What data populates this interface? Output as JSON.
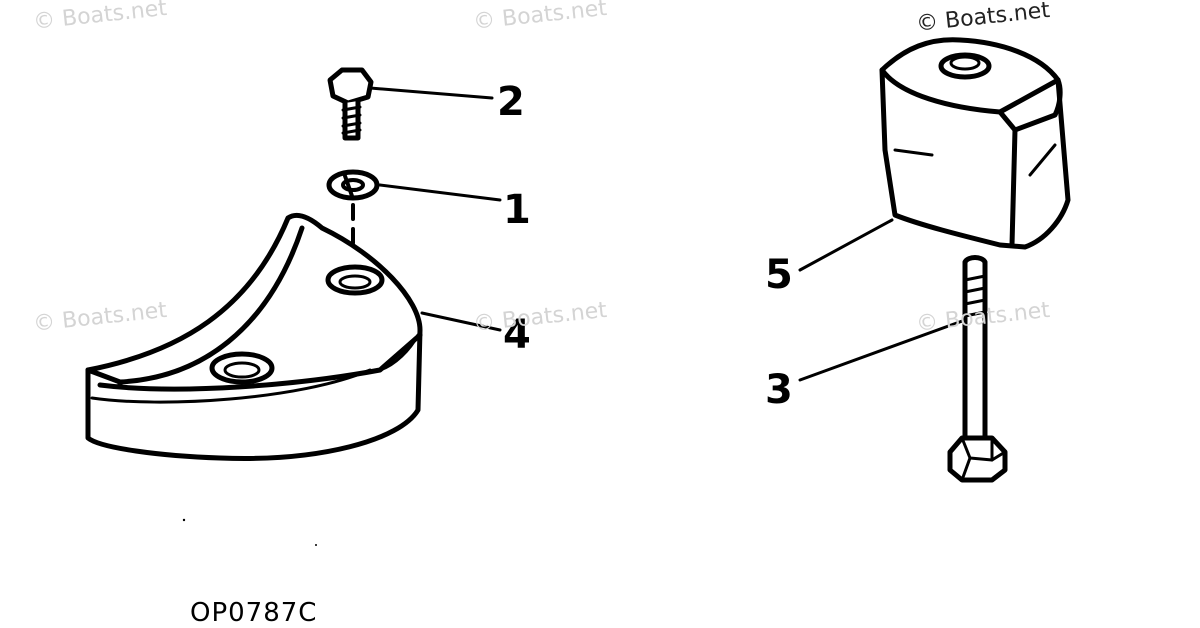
{
  "watermarks": {
    "w1": "© Boats.net",
    "w2": "© Boats.net",
    "w3": "© Boats.net",
    "w4": "© Boats.net",
    "w5": "© Boats.net",
    "w6": "© Boats.net"
  },
  "callouts": {
    "c1": "1",
    "c2": "2",
    "c3": "3",
    "c4": "4",
    "c5": "5"
  },
  "figure_code": "OP0787C",
  "colors": {
    "ink": "#000000",
    "watermark": "#d4d4d4",
    "background": "#ffffff"
  }
}
